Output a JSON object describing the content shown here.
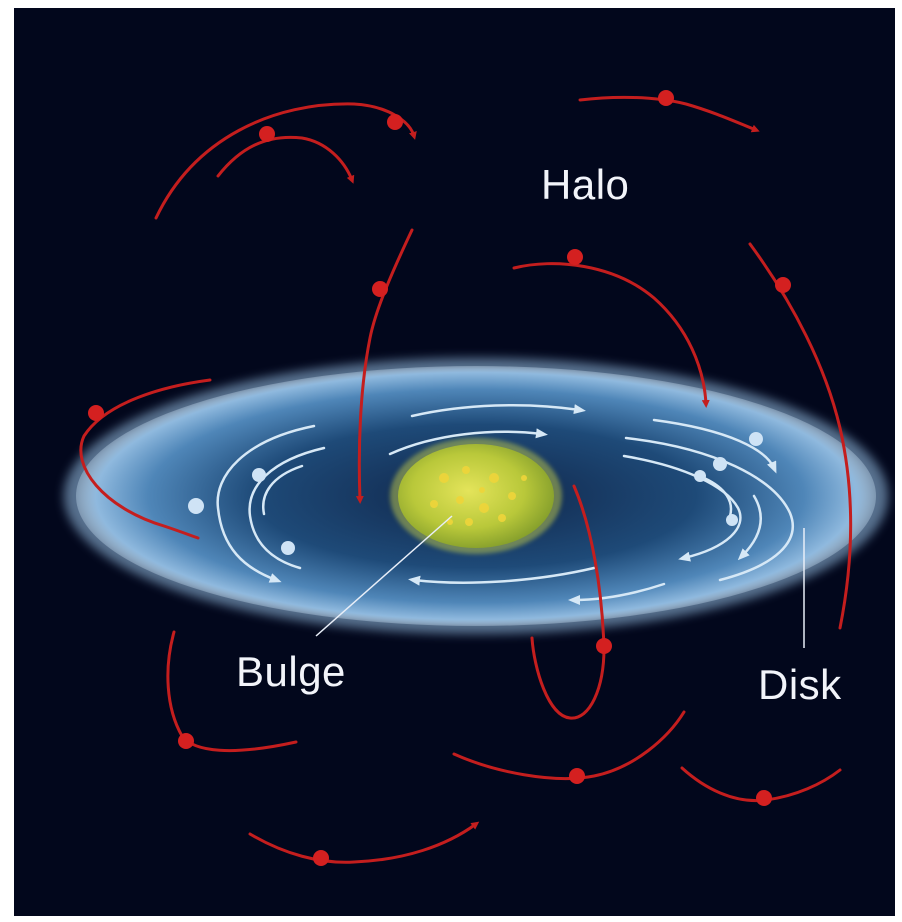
{
  "labels": {
    "halo": "Halo",
    "bulge": "Bulge",
    "disk": "Disk"
  },
  "colors": {
    "background": "#02071c",
    "disk": "#4f86b8",
    "bulge": "#c6d03a",
    "halo_orbits": "#c41e1e",
    "disk_orbits": "#d6e8f6",
    "label_text": "#f2f4fa"
  }
}
